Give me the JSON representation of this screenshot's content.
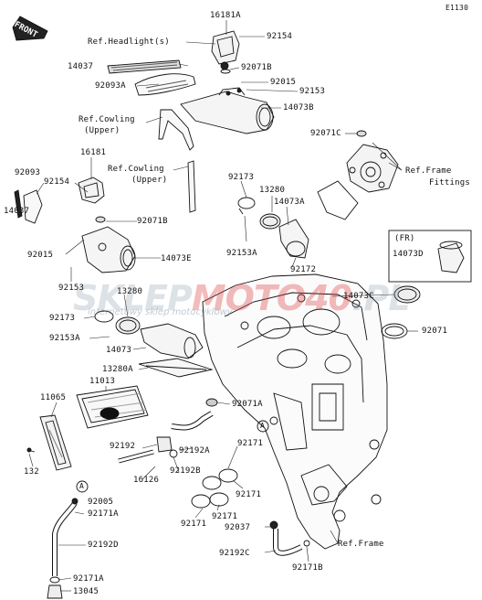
{
  "diagram_id": "E1130",
  "front_marker": "FRONT",
  "watermark": {
    "brand_a": "SKLEP",
    "brand_b": "MOTO",
    "brand_c": "40",
    "brand_d": ".PL",
    "tagline": "internetowy sklep motocyklowy"
  },
  "labels": {
    "l16181a": "16181A",
    "ref_headlight": "Ref.Headlight(s)",
    "l92154a": "92154",
    "l14037a": "14037",
    "l92071b_a": "92071B",
    "l92093a": "92093A",
    "l92015a": "92015",
    "l92153a": "92153",
    "l14073b": "14073B",
    "ref_cowling_1": "Ref.Cowling",
    "ref_cowling_1b": "(Upper)",
    "l92071c": "92071C",
    "l16181": "16181",
    "ref_cowling_2": "Ref.Cowling",
    "ref_cowling_2b": "(Upper)",
    "ref_frame_fittings": "Ref.Frame",
    "ref_frame_fittings_b": "Fittings",
    "l92093": "92093",
    "l92154b": "92154",
    "l92173a": "92173",
    "l13280a": "13280",
    "l14073a": "14073A",
    "l14037b": "14037",
    "l92071b_b": "92071B",
    "fr_box": "(FR)",
    "l14073d": "14073D",
    "l92015b": "92015",
    "l14073e": "14073E",
    "l92153ab": "92153A",
    "l92172": "92172",
    "l92153b": "92153",
    "l13280b": "13280",
    "l14073c": "14073C",
    "l92173b": "92173",
    "l92071": "92071",
    "l92153ac": "92153A",
    "l14073": "14073",
    "l13280a_b": "13280A",
    "l11013": "11013",
    "l92071a": "92071A",
    "l11065": "11065",
    "circle_a1": "A",
    "l92192": "92192",
    "l92171a": "92171",
    "l92192a": "92192A",
    "l132": "132",
    "l16126": "16126",
    "l92192b": "92192B",
    "l92171b": "92171",
    "circle_a2": "A",
    "l92005": "92005",
    "l92171a_b": "92171A",
    "l92171c": "92171",
    "l92171d": "92171",
    "l92037": "92037",
    "l92192d": "92192D",
    "l92192c": "92192C",
    "ref_frame": "Ref.Frame",
    "l92171b_b": "92171B",
    "l92171a_c": "92171A",
    "l13045": "13045"
  }
}
